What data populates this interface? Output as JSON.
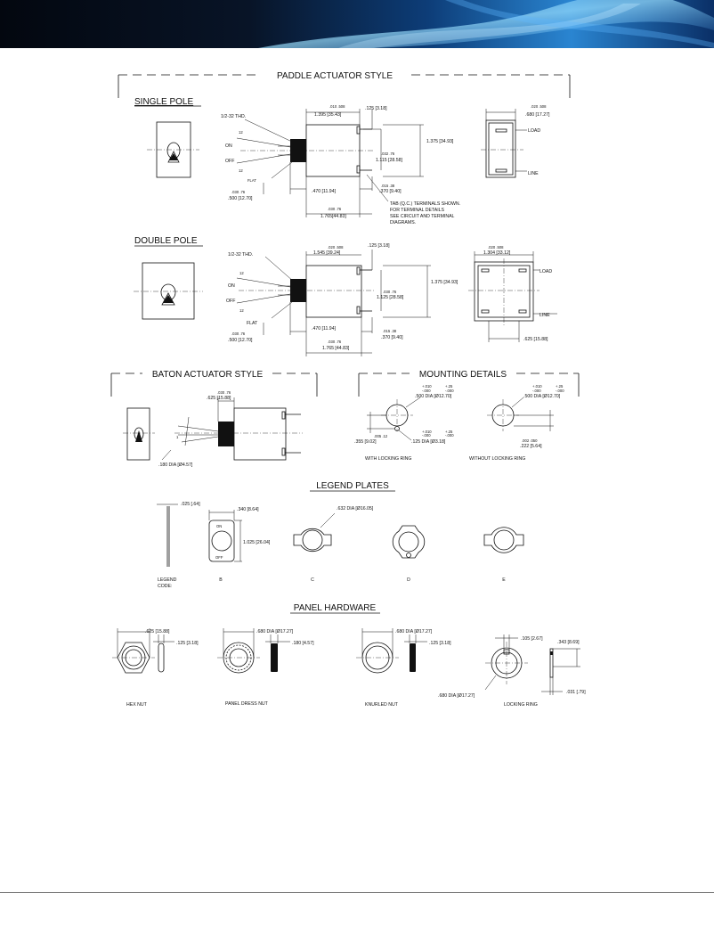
{
  "sections": {
    "paddle": "PADDLE ACTUATOR STYLE",
    "single_pole": "SINGLE POLE",
    "double_pole": "DOUBLE POLE",
    "baton": "BATON ACTUATOR STYLE",
    "mounting": "MOUNTING DETAILS",
    "legend": "LEGEND PLATES",
    "hardware": "PANEL HARDWARE"
  },
  "single_pole": {
    "thread": "1/2-32 THD.",
    "on": "ON",
    "off": "OFF",
    "ang1": "12",
    "ang2": "12",
    "flat": "FLAT",
    "tol_a": ".010   .508",
    "dim_1395": "1.395 [35.43]",
    "dim_125": ".125 [3.18]",
    "dim_1375": "1.375 [34.93]",
    "tol_b": ".032   .76",
    "dim_1115": "1.115 [28.58]",
    "tol_c": ".030   .76",
    "dim_500": ".500 [12.70]",
    "dim_470": ".470 [11.94]",
    "tol_d": ".015   .38",
    "dim_370": ".370 [9.40]",
    "tol_e": ".030   .76",
    "dim_1765": "1.765[44.83]",
    "tab_note_1": "TAB (Q.C.) TERMINALS SHOWN.",
    "tab_note_2": "FOR TERMINAL DETAILS",
    "tab_note_3": "SEE CIRCUIT AND TERMINAL",
    "tab_note_4": "DIAGRAMS.",
    "tol_f": ".020   .508",
    "dim_680": ".680 [17.27]",
    "load": "LOAD",
    "line": "LINE"
  },
  "double_pole": {
    "thread": "1/2-32 THD.",
    "on": "ON",
    "off": "OFF",
    "ang1": "12",
    "ang2": "12",
    "flat": "FLAT",
    "tol_a": ".020   .508",
    "dim_1545": "1.545 [39.24]",
    "dim_125": ".125 [3.18]",
    "dim_1375": "1.375 [34.93]",
    "tol_b": ".030   .76",
    "dim_1125": "1.125 [28.58]",
    "tol_c": ".030   .76",
    "dim_500": ".500 [12.70]",
    "dim_470": ".470 [11.94]",
    "tol_d": ".015   .38",
    "dim_370": ".370 [9.40]",
    "tol_e": ".030   .76",
    "dim_1765": "1.765 [44.83]",
    "tol_f": ".020   .508",
    "dim_1304": "1.304 [33.12]",
    "load": "LOAD",
    "line": "LINE",
    "dim_625": ".625 [15.88]"
  },
  "baton": {
    "tol": ".030   .76",
    "dim_625": ".625 [15.88]",
    "ang": "1",
    "dim_180": ".180 DIA [Ø4.57]"
  },
  "mounting": {
    "tol_a1": "+.010",
    "tol_a2": "-.000",
    "tol_a3": "+.25",
    "tol_a4": "-.000",
    "dim_500_a": ".500 DIA [Ø12.70]",
    "tol_b1": ".005   .12",
    "dim_355": ".355 [9.02]",
    "tol_c1": "+.010",
    "tol_c2": "-.000",
    "tol_c3": "+.25",
    "tol_c4": "-.000",
    "dim_125": ".125 DIA [Ø3.18]",
    "with_ring": "WITH LOCKING RING",
    "tol_d1": "+.010",
    "tol_d2": "-.000",
    "tol_d3": "+.25",
    "tol_d4": "-.000",
    "dim_500_b": ".500 DIA [Ø12.70]",
    "tol_e1": ".002   .050",
    "dim_222": ".222 [5.64]",
    "without_ring": "WITHOUT LOCKING RING"
  },
  "legend_plates": {
    "dim_025": ".025 [.64]",
    "dim_340": ".340 [8.64]",
    "dim_632": ".632 DIA [Ø16.05]",
    "dim_1025": "1.025 [26.04]",
    "on": "ON",
    "off": "OFF",
    "legend_1": "LEGEND",
    "legend_2": "CODE:",
    "b": "B",
    "c": "C",
    "d": "D",
    "e": "E"
  },
  "hardware": {
    "hex_w": ".625 [15.88]",
    "hex_t": ".125 [3.18]",
    "hex_label": "HEX NUT",
    "dress_w": ".680 DIA [Ø17.27]",
    "dress_t": ".180 [4.57]",
    "dress_label": "PANEL DRESS NUT",
    "knurl_w": ".680 DIA [Ø17.27]",
    "knurl_t": ".125 [3.18]",
    "knurl_label": "KNURLED NUT",
    "ring_a": ".105 [2.67]",
    "ring_b": ".343 [8.69]",
    "ring_c": ".680 DIA [Ø17.27]",
    "ring_d": ".031 [.79]",
    "ring_label": "LOCKING RING"
  }
}
